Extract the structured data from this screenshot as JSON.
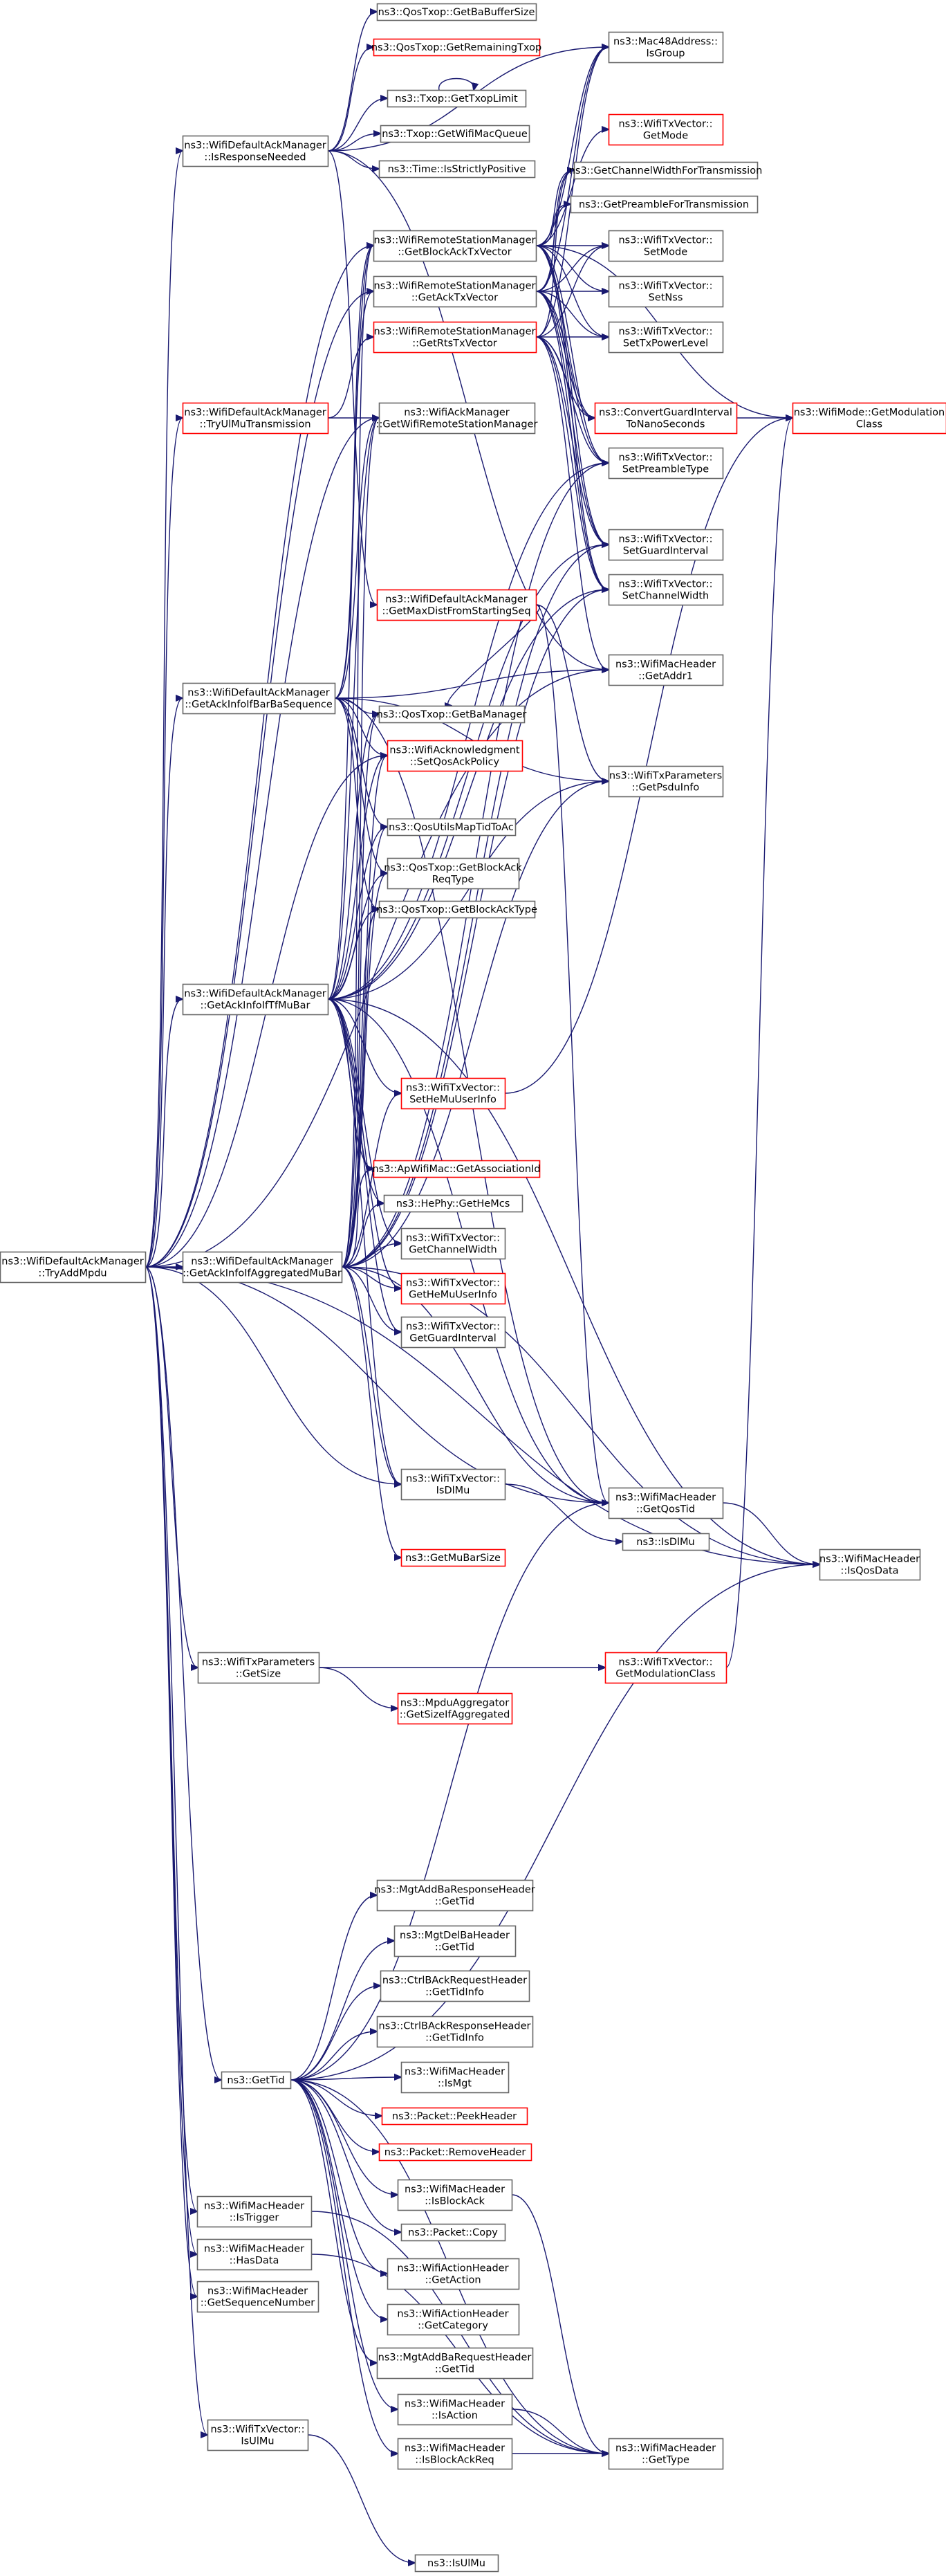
{
  "colors": {
    "edge": "#191970",
    "node_border": "#666666",
    "node_border_truncated": "#ff0000",
    "root_fill": "#bfbfbf",
    "node_fill": "#ffffff"
  },
  "nodes": {
    "root": {
      "lines": [
        "ns3::WifiDefaultAckManager",
        "::TryAddMpdu"
      ],
      "style": "root"
    },
    "isResponseNeeded": {
      "lines": [
        "ns3::WifiDefaultAckManager",
        "::IsResponseNeeded"
      ],
      "style": "normal"
    },
    "tryUlMuTransmission": {
      "lines": [
        "ns3::WifiDefaultAckManager",
        "::TryUlMuTransmission"
      ],
      "style": "truncated"
    },
    "getAckInfoBarBa": {
      "lines": [
        "ns3::WifiDefaultAckManager",
        "::GetAckInfoIfBarBaSequence"
      ],
      "style": "normal"
    },
    "getAckInfoTfMuBar": {
      "lines": [
        "ns3::WifiDefaultAckManager",
        "::GetAckInfoIfTfMuBar"
      ],
      "style": "normal"
    },
    "getAckInfoAggregatedMuBar": {
      "lines": [
        "ns3::WifiDefaultAckManager",
        "::GetAckInfoIfAggregatedMuBar"
      ],
      "style": "normal"
    },
    "txParamsGetSize": {
      "lines": [
        "ns3::WifiTxParameters",
        "::GetSize"
      ],
      "style": "normal"
    },
    "getTid": {
      "lines": [
        "ns3::GetTid"
      ],
      "style": "normal"
    },
    "hdrIsTrigger": {
      "lines": [
        "ns3::WifiMacHeader",
        "::IsTrigger"
      ],
      "style": "normal"
    },
    "hdrHasData": {
      "lines": [
        "ns3::WifiMacHeader",
        "::HasData"
      ],
      "style": "normal"
    },
    "hdrGetSeqNum": {
      "lines": [
        "ns3::WifiMacHeader",
        "::GetSequenceNumber"
      ],
      "style": "normal"
    },
    "txVecIsUlMu": {
      "lines": [
        "ns3::WifiTxVector::",
        "IsUlMu"
      ],
      "style": "normal"
    },
    "qosGetBaBufferSize": {
      "lines": [
        "ns3::QosTxop::GetBaBufferSize"
      ],
      "style": "normal"
    },
    "qosGetRemainingTxop": {
      "lines": [
        "ns3::QosTxop::GetRemainingTxop"
      ],
      "style": "truncated"
    },
    "txopGetTxopLimit": {
      "lines": [
        "ns3::Txop::GetTxopLimit"
      ],
      "style": "normal"
    },
    "txopGetWifiMacQueue": {
      "lines": [
        "ns3::Txop::GetWifiMacQueue"
      ],
      "style": "normal"
    },
    "timeIsStrictlyPositive": {
      "lines": [
        "ns3::Time::IsStrictlyPositive"
      ],
      "style": "normal"
    },
    "rsmGetBlockAckTxVector": {
      "lines": [
        "ns3::WifiRemoteStationManager",
        "::GetBlockAckTxVector"
      ],
      "style": "normal"
    },
    "rsmGetAckTxVector": {
      "lines": [
        "ns3::WifiRemoteStationManager",
        "::GetAckTxVector"
      ],
      "style": "normal"
    },
    "rsmGetRtsTxVector": {
      "lines": [
        "ns3::WifiRemoteStationManager",
        "::GetRtsTxVector"
      ],
      "style": "truncated"
    },
    "ackMgrGetRsm": {
      "lines": [
        "ns3::WifiAckManager",
        "::GetWifiRemoteStationManager"
      ],
      "style": "normal"
    },
    "getMaxDistFromStartingSeq": {
      "lines": [
        "ns3::WifiDefaultAckManager",
        "::GetMaxDistFromStartingSeq"
      ],
      "style": "truncated"
    },
    "qosGetBaManager": {
      "lines": [
        "ns3::QosTxop::GetBaManager"
      ],
      "style": "normal"
    },
    "ackSetQosAckPolicy": {
      "lines": [
        "ns3::WifiAcknowledgment",
        "::SetQosAckPolicy"
      ],
      "style": "truncated"
    },
    "qosUtilsMapTidToAc": {
      "lines": [
        "ns3::QosUtilsMapTidToAc"
      ],
      "style": "normal"
    },
    "qosGetBlockAckReqType": {
      "lines": [
        "ns3::QosTxop::GetBlockAck",
        "ReqType"
      ],
      "style": "normal"
    },
    "qosGetBlockAckType": {
      "lines": [
        "ns3::QosTxop::GetBlockAckType"
      ],
      "style": "normal"
    },
    "txVecSetHeMuUserInfo": {
      "lines": [
        "ns3::WifiTxVector::",
        "SetHeMuUserInfo"
      ],
      "style": "truncated"
    },
    "apGetAssociationId": {
      "lines": [
        "ns3::ApWifiMac::GetAssociationId"
      ],
      "style": "truncated"
    },
    "hePhyGetHeMcs": {
      "lines": [
        "ns3::HePhy::GetHeMcs"
      ],
      "style": "normal"
    },
    "txVecGetChannelWidth": {
      "lines": [
        "ns3::WifiTxVector::",
        "GetChannelWidth"
      ],
      "style": "normal"
    },
    "txVecGetHeMuUserInfo": {
      "lines": [
        "ns3::WifiTxVector::",
        "GetHeMuUserInfo"
      ],
      "style": "truncated"
    },
    "txVecGetGuardInterval": {
      "lines": [
        "ns3::WifiTxVector::",
        "GetGuardInterval"
      ],
      "style": "normal"
    },
    "txVecIsDlMu": {
      "lines": [
        "ns3::WifiTxVector::",
        "IsDlMu"
      ],
      "style": "normal"
    },
    "getMuBarSize": {
      "lines": [
        "ns3::GetMuBarSize"
      ],
      "style": "truncated"
    },
    "getSizeIfAggregated": {
      "lines": [
        "ns3::MpduAggregator",
        "::GetSizeIfAggregated"
      ],
      "style": "truncated"
    },
    "mac48IsGroup": {
      "lines": [
        "ns3::Mac48Address::",
        "IsGroup"
      ],
      "style": "normal"
    },
    "txVecGetMode": {
      "lines": [
        "ns3::WifiTxVector::",
        "GetMode"
      ],
      "style": "truncated"
    },
    "getChannelWidthForTx": {
      "lines": [
        "ns3::GetChannelWidthForTransmission"
      ],
      "style": "normal"
    },
    "getPreambleForTx": {
      "lines": [
        "ns3::GetPreambleForTransmission"
      ],
      "style": "normal"
    },
    "txVecSetMode": {
      "lines": [
        "ns3::WifiTxVector::",
        "SetMode"
      ],
      "style": "normal"
    },
    "txVecSetNss": {
      "lines": [
        "ns3::WifiTxVector::",
        "SetNss"
      ],
      "style": "normal"
    },
    "txVecSetTxPowerLevel": {
      "lines": [
        "ns3::WifiTxVector::",
        "SetTxPowerLevel"
      ],
      "style": "normal"
    },
    "convertGuardInterval": {
      "lines": [
        "ns3::ConvertGuardInterval",
        "ToNanoSeconds"
      ],
      "style": "truncated"
    },
    "txVecSetPreambleType": {
      "lines": [
        "ns3::WifiTxVector::",
        "SetPreambleType"
      ],
      "style": "normal"
    },
    "txVecSetGuardInterval": {
      "lines": [
        "ns3::WifiTxVector::",
        "SetGuardInterval"
      ],
      "style": "normal"
    },
    "txVecSetChannelWidth": {
      "lines": [
        "ns3::WifiTxVector::",
        "SetChannelWidth"
      ],
      "style": "normal"
    },
    "hdrGetAddr1": {
      "lines": [
        "ns3::WifiMacHeader",
        "::GetAddr1"
      ],
      "style": "normal"
    },
    "txParamsGetPsduInfo": {
      "lines": [
        "ns3::WifiTxParameters",
        "::GetPsduInfo"
      ],
      "style": "normal"
    },
    "hdrGetQosTid": {
      "lines": [
        "ns3::WifiMacHeader",
        "::GetQosTid"
      ],
      "style": "normal"
    },
    "isDlMu": {
      "lines": [
        "ns3::IsDlMu"
      ],
      "style": "normal"
    },
    "txVecGetModulationClass": {
      "lines": [
        "ns3::WifiTxVector::",
        "GetModulationClass"
      ],
      "style": "truncated"
    },
    "wifiModeGetModulationClass": {
      "lines": [
        "ns3::WifiMode::GetModulation",
        "Class"
      ],
      "style": "truncated"
    },
    "hdrIsQosData": {
      "lines": [
        "ns3::WifiMacHeader",
        "::IsQosData"
      ],
      "style": "normal"
    },
    "mgtAddBaRespGetTid": {
      "lines": [
        "ns3::MgtAddBaResponseHeader",
        "::GetTid"
      ],
      "style": "normal"
    },
    "mgtDelBaGetTid": {
      "lines": [
        "ns3::MgtDelBaHeader",
        "::GetTid"
      ],
      "style": "normal"
    },
    "ctrlBAckReqGetTidInfo": {
      "lines": [
        "ns3::CtrlBAckRequestHeader",
        "::GetTidInfo"
      ],
      "style": "normal"
    },
    "ctrlBAckRespGetTidInfo": {
      "lines": [
        "ns3::CtrlBAckResponseHeader",
        "::GetTidInfo"
      ],
      "style": "normal"
    },
    "hdrIsMgt": {
      "lines": [
        "ns3::WifiMacHeader",
        "::IsMgt"
      ],
      "style": "normal"
    },
    "packetPeekHeader": {
      "lines": [
        "ns3::Packet::PeekHeader"
      ],
      "style": "truncated"
    },
    "packetRemoveHeader": {
      "lines": [
        "ns3::Packet::RemoveHeader"
      ],
      "style": "truncated"
    },
    "hdrIsBlockAck": {
      "lines": [
        "ns3::WifiMacHeader",
        "::IsBlockAck"
      ],
      "style": "normal"
    },
    "packetCopy": {
      "lines": [
        "ns3::Packet::Copy"
      ],
      "style": "normal"
    },
    "actionGetAction": {
      "lines": [
        "ns3::WifiActionHeader",
        "::GetAction"
      ],
      "style": "normal"
    },
    "actionGetCategory": {
      "lines": [
        "ns3::WifiActionHeader",
        "::GetCategory"
      ],
      "style": "normal"
    },
    "mgtAddBaReqGetTid": {
      "lines": [
        "ns3::MgtAddBaRequestHeader",
        "::GetTid"
      ],
      "style": "normal"
    },
    "hdrIsAction": {
      "lines": [
        "ns3::WifiMacHeader",
        "::IsAction"
      ],
      "style": "normal"
    },
    "hdrIsBlockAckReq": {
      "lines": [
        "ns3::WifiMacHeader",
        "::IsBlockAckReq"
      ],
      "style": "normal"
    },
    "hdrGetType": {
      "lines": [
        "ns3::WifiMacHeader",
        "::GetType"
      ],
      "style": "normal"
    },
    "isUlMu": {
      "lines": [
        "ns3::IsUlMu"
      ],
      "style": "normal"
    }
  },
  "edges": [
    [
      "root",
      "isResponseNeeded"
    ],
    [
      "root",
      "tryUlMuTransmission"
    ],
    [
      "root",
      "getAckInfoBarBa"
    ],
    [
      "root",
      "getAckInfoTfMuBar"
    ],
    [
      "root",
      "getAckInfoAggregatedMuBar"
    ],
    [
      "root",
      "txParamsGetSize"
    ],
    [
      "root",
      "getTid"
    ],
    [
      "root",
      "hdrIsTrigger"
    ],
    [
      "root",
      "hdrHasData"
    ],
    [
      "root",
      "hdrGetSeqNum"
    ],
    [
      "root",
      "txVecIsUlMu"
    ],
    [
      "root",
      "rsmGetBlockAckTxVector"
    ],
    [
      "root",
      "rsmGetAckTxVector"
    ],
    [
      "root",
      "ackMgrGetRsm"
    ],
    [
      "root",
      "ackSetQosAckPolicy"
    ],
    [
      "root",
      "hdrGetQosTid"
    ],
    [
      "root",
      "hdrIsQosData"
    ],
    [
      "root",
      "txVecIsDlMu"
    ],
    [
      "root",
      "hdrGetAddr1"
    ],
    [
      "isResponseNeeded",
      "qosGetBaBufferSize"
    ],
    [
      "isResponseNeeded",
      "qosGetRemainingTxop"
    ],
    [
      "isResponseNeeded",
      "txopGetTxopLimit"
    ],
    [
      "isResponseNeeded",
      "txopGetWifiMacQueue"
    ],
    [
      "isResponseNeeded",
      "timeIsStrictlyPositive"
    ],
    [
      "isResponseNeeded",
      "getMaxDistFromStartingSeq"
    ],
    [
      "isResponseNeeded",
      "mac48IsGroup"
    ],
    [
      "isResponseNeeded",
      "hdrGetAddr1"
    ],
    [
      "txopGetTxopLimit",
      "txopGetTxopLimit"
    ],
    [
      "tryUlMuTransmission",
      "ackMgrGetRsm"
    ],
    [
      "tryUlMuTransmission",
      "rsmGetRtsTxVector"
    ],
    [
      "rsmGetBlockAckTxVector",
      "mac48IsGroup"
    ],
    [
      "rsmGetBlockAckTxVector",
      "txVecGetMode"
    ],
    [
      "rsmGetBlockAckTxVector",
      "getChannelWidthForTx"
    ],
    [
      "rsmGetBlockAckTxVector",
      "getPreambleForTx"
    ],
    [
      "rsmGetBlockAckTxVector",
      "txVecSetMode"
    ],
    [
      "rsmGetBlockAckTxVector",
      "txVecSetNss"
    ],
    [
      "rsmGetBlockAckTxVector",
      "txVecSetTxPowerLevel"
    ],
    [
      "rsmGetBlockAckTxVector",
      "convertGuardInterval"
    ],
    [
      "rsmGetBlockAckTxVector",
      "txVecSetPreambleType"
    ],
    [
      "rsmGetBlockAckTxVector",
      "txVecSetGuardInterval"
    ],
    [
      "rsmGetBlockAckTxVector",
      "txVecSetChannelWidth"
    ],
    [
      "rsmGetBlockAckTxVector",
      "wifiModeGetModulationClass"
    ],
    [
      "rsmGetAckTxVector",
      "mac48IsGroup"
    ],
    [
      "rsmGetAckTxVector",
      "getChannelWidthForTx"
    ],
    [
      "rsmGetAckTxVector",
      "getPreambleForTx"
    ],
    [
      "rsmGetAckTxVector",
      "txVecSetMode"
    ],
    [
      "rsmGetAckTxVector",
      "txVecSetNss"
    ],
    [
      "rsmGetAckTxVector",
      "txVecSetTxPowerLevel"
    ],
    [
      "rsmGetAckTxVector",
      "convertGuardInterval"
    ],
    [
      "rsmGetAckTxVector",
      "txVecSetPreambleType"
    ],
    [
      "rsmGetAckTxVector",
      "txVecSetGuardInterval"
    ],
    [
      "rsmGetAckTxVector",
      "txVecSetChannelWidth"
    ],
    [
      "rsmGetRtsTxVector",
      "mac48IsGroup"
    ],
    [
      "rsmGetRtsTxVector",
      "getChannelWidthForTx"
    ],
    [
      "rsmGetRtsTxVector",
      "txVecSetMode"
    ],
    [
      "rsmGetRtsTxVector",
      "txVecSetTxPowerLevel"
    ],
    [
      "rsmGetRtsTxVector",
      "convertGuardInterval"
    ],
    [
      "rsmGetRtsTxVector",
      "txVecSetPreambleType"
    ],
    [
      "rsmGetRtsTxVector",
      "txVecSetGuardInterval"
    ],
    [
      "rsmGetRtsTxVector",
      "txVecSetChannelWidth"
    ],
    [
      "rsmGetRtsTxVector",
      "hdrGetAddr1"
    ],
    [
      "convertGuardInterval",
      "wifiModeGetModulationClass"
    ],
    [
      "getAckInfoBarBa",
      "rsmGetBlockAckTxVector"
    ],
    [
      "getAckInfoBarBa",
      "rsmGetAckTxVector"
    ],
    [
      "getAckInfoBarBa",
      "ackMgrGetRsm"
    ],
    [
      "getAckInfoBarBa",
      "qosGetBaManager"
    ],
    [
      "getAckInfoBarBa",
      "ackSetQosAckPolicy"
    ],
    [
      "getAckInfoBarBa",
      "qosUtilsMapTidToAc"
    ],
    [
      "getAckInfoBarBa",
      "qosGetBlockAckReqType"
    ],
    [
      "getAckInfoBarBa",
      "qosGetBlockAckType"
    ],
    [
      "getAckInfoBarBa",
      "txParamsGetPsduInfo"
    ],
    [
      "getAckInfoBarBa",
      "hdrGetAddr1"
    ],
    [
      "getAckInfoBarBa",
      "hdrGetQosTid"
    ],
    [
      "getMaxDistFromStartingSeq",
      "qosGetBaManager"
    ],
    [
      "getMaxDistFromStartingSeq",
      "txParamsGetPsduInfo"
    ],
    [
      "getMaxDistFromStartingSeq",
      "hdrGetQosTid"
    ],
    [
      "getAckInfoTfMuBar",
      "rsmGetBlockAckTxVector"
    ],
    [
      "getAckInfoTfMuBar",
      "ackMgrGetRsm"
    ],
    [
      "getAckInfoTfMuBar",
      "qosGetBaManager"
    ],
    [
      "getAckInfoTfMuBar",
      "ackSetQosAckPolicy"
    ],
    [
      "getAckInfoTfMuBar",
      "qosUtilsMapTidToAc"
    ],
    [
      "getAckInfoTfMuBar",
      "qosGetBlockAckReqType"
    ],
    [
      "getAckInfoTfMuBar",
      "qosGetBlockAckType"
    ],
    [
      "getAckInfoTfMuBar",
      "txVecSetHeMuUserInfo"
    ],
    [
      "getAckInfoTfMuBar",
      "apGetAssociationId"
    ],
    [
      "getAckInfoTfMuBar",
      "hePhyGetHeMcs"
    ],
    [
      "getAckInfoTfMuBar",
      "txVecGetChannelWidth"
    ],
    [
      "getAckInfoTfMuBar",
      "txVecGetHeMuUserInfo"
    ],
    [
      "getAckInfoTfMuBar",
      "txVecGetGuardInterval"
    ],
    [
      "getAckInfoTfMuBar",
      "txVecIsDlMu"
    ],
    [
      "getAckInfoTfMuBar",
      "txParamsGetPsduInfo"
    ],
    [
      "getAckInfoTfMuBar",
      "hdrGetQosTid"
    ],
    [
      "getAckInfoTfMuBar",
      "hdrIsQosData"
    ],
    [
      "getAckInfoTfMuBar",
      "txVecSetGuardInterval"
    ],
    [
      "getAckInfoTfMuBar",
      "txVecSetChannelWidth"
    ],
    [
      "getAckInfoTfMuBar",
      "txVecSetPreambleType"
    ],
    [
      "txVecSetHeMuUserInfo",
      "wifiModeGetModulationClass"
    ],
    [
      "getAckInfoAggregatedMuBar",
      "rsmGetBlockAckTxVector"
    ],
    [
      "getAckInfoAggregatedMuBar",
      "ackMgrGetRsm"
    ],
    [
      "getAckInfoAggregatedMuBar",
      "qosGetBaManager"
    ],
    [
      "getAckInfoAggregatedMuBar",
      "ackSetQosAckPolicy"
    ],
    [
      "getAckInfoAggregatedMuBar",
      "qosUtilsMapTidToAc"
    ],
    [
      "getAckInfoAggregatedMuBar",
      "qosGetBlockAckReqType"
    ],
    [
      "getAckInfoAggregatedMuBar",
      "qosGetBlockAckType"
    ],
    [
      "getAckInfoAggregatedMuBar",
      "txVecSetHeMuUserInfo"
    ],
    [
      "getAckInfoAggregatedMuBar",
      "apGetAssociationId"
    ],
    [
      "getAckInfoAggregatedMuBar",
      "hePhyGetHeMcs"
    ],
    [
      "getAckInfoAggregatedMuBar",
      "txVecGetChannelWidth"
    ],
    [
      "getAckInfoAggregatedMuBar",
      "txVecGetHeMuUserInfo"
    ],
    [
      "getAckInfoAggregatedMuBar",
      "txVecGetGuardInterval"
    ],
    [
      "getAckInfoAggregatedMuBar",
      "txVecIsDlMu"
    ],
    [
      "getAckInfoAggregatedMuBar",
      "getMuBarSize"
    ],
    [
      "getAckInfoAggregatedMuBar",
      "hdrGetQosTid"
    ],
    [
      "getAckInfoAggregatedMuBar",
      "hdrIsQosData"
    ],
    [
      "getAckInfoAggregatedMuBar",
      "txParamsGetPsduInfo"
    ],
    [
      "getAckInfoAggregatedMuBar",
      "txVecSetGuardInterval"
    ],
    [
      "getAckInfoAggregatedMuBar",
      "txVecSetChannelWidth"
    ],
    [
      "getAckInfoAggregatedMuBar",
      "txVecSetPreambleType"
    ],
    [
      "txVecIsDlMu",
      "isDlMu"
    ],
    [
      "hdrGetQosTid",
      "hdrIsQosData"
    ],
    [
      "txParamsGetSize",
      "getSizeIfAggregated"
    ],
    [
      "txParamsGetSize",
      "txVecGetModulationClass"
    ],
    [
      "txVecGetModulationClass",
      "wifiModeGetModulationClass"
    ],
    [
      "getTid",
      "hdrGetQosTid"
    ],
    [
      "getTid",
      "hdrIsQosData"
    ],
    [
      "getTid",
      "mgtAddBaRespGetTid"
    ],
    [
      "getTid",
      "mgtDelBaGetTid"
    ],
    [
      "getTid",
      "ctrlBAckReqGetTidInfo"
    ],
    [
      "getTid",
      "ctrlBAckRespGetTidInfo"
    ],
    [
      "getTid",
      "hdrIsMgt"
    ],
    [
      "getTid",
      "packetPeekHeader"
    ],
    [
      "getTid",
      "packetRemoveHeader"
    ],
    [
      "getTid",
      "hdrIsBlockAck"
    ],
    [
      "getTid",
      "packetCopy"
    ],
    [
      "getTid",
      "actionGetAction"
    ],
    [
      "getTid",
      "actionGetCategory"
    ],
    [
      "getTid",
      "mgtAddBaReqGetTid"
    ],
    [
      "getTid",
      "hdrIsAction"
    ],
    [
      "getTid",
      "hdrIsBlockAckReq"
    ],
    [
      "getTid",
      "hdrGetType"
    ],
    [
      "hdrIsTrigger",
      "hdrGetType"
    ],
    [
      "hdrHasData",
      "hdrGetType"
    ],
    [
      "hdrIsBlockAck",
      "hdrGetType"
    ],
    [
      "hdrIsAction",
      "hdrGetType"
    ],
    [
      "hdrIsBlockAckReq",
      "hdrGetType"
    ],
    [
      "txVecIsUlMu",
      "isUlMu"
    ]
  ]
}
